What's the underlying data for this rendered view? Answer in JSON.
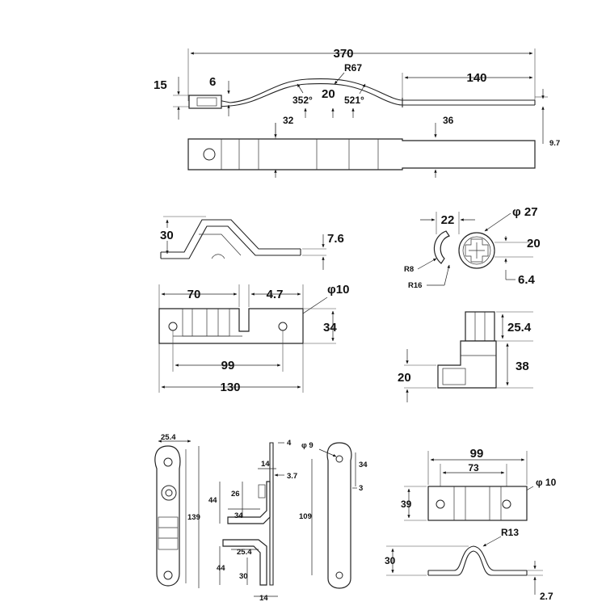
{
  "top_strap": {
    "length": "370",
    "tail": "140",
    "end_height": "15",
    "hook": "6",
    "radius": "R67",
    "mid": "20",
    "angle_left": "352°",
    "angle_right": "521°",
    "width_a": "32",
    "width_b": "36",
    "thickness": "9.7"
  },
  "bracket": {
    "height": "30",
    "thickness": "7.6",
    "left_width": "70",
    "right_width": "4.7",
    "hole": "φ10",
    "depth": "34",
    "hole_spacing": "99",
    "overall": "130"
  },
  "catch": {
    "gap": "22",
    "dia": "φ 27",
    "offset": "20",
    "r_small": "R8",
    "r_large": "R16",
    "depth": "6.4"
  },
  "post": {
    "top": "25.4",
    "total": "38",
    "base": "20"
  },
  "small_parts": {
    "plate_width": "25.4",
    "plate_length": "139",
    "side_top": "4",
    "side_a": "14",
    "side_b": "3.7",
    "side_c": "26",
    "side_d": "44",
    "side_e": "34",
    "side_f": "25.4",
    "side_g": "44",
    "side_h": "30",
    "side_i": "14",
    "strip_hole": "φ 9",
    "strip_top": "34",
    "strip_gap": "3",
    "strip_length": "109"
  },
  "clip": {
    "overall": "99",
    "hole_spacing": "73",
    "hole": "φ 10",
    "height": "39",
    "radius": "R13",
    "rise": "30",
    "thickness": "2.7"
  }
}
